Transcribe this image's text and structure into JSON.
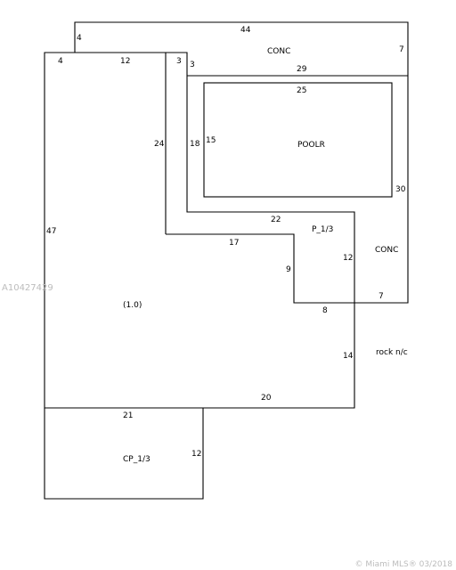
{
  "areas": {
    "main": "(1.0)",
    "conc_top": "CONC",
    "conc_right": "CONC",
    "pool": "POOLR",
    "patio": "P_1/3",
    "carport": "CP_1/3",
    "rock": "rock n/c"
  },
  "dimensions": {
    "conc_top_width": "44",
    "conc_top_left": "4",
    "conc_top_right": "7",
    "main_top_left": "4",
    "main_top_width": "12",
    "inner_top": "3",
    "inner_top_b": "3",
    "deck_width": "29",
    "pool_width": "25",
    "left_notch": "24",
    "inner_left": "18",
    "pool_height": "15",
    "conc_right_height": "30",
    "main_left": "47",
    "deck_bottom": "22",
    "step_width": "17",
    "step_height": "9",
    "patio_right": "12",
    "patio_bottom": "8",
    "conc_bottom": "7",
    "main_right": "14",
    "main_bottom": "20",
    "carport_top": "21",
    "carport_right": "12"
  },
  "watermark_left": "A10427429",
  "watermark_bottom": "© Miami MLS® 03/2018"
}
